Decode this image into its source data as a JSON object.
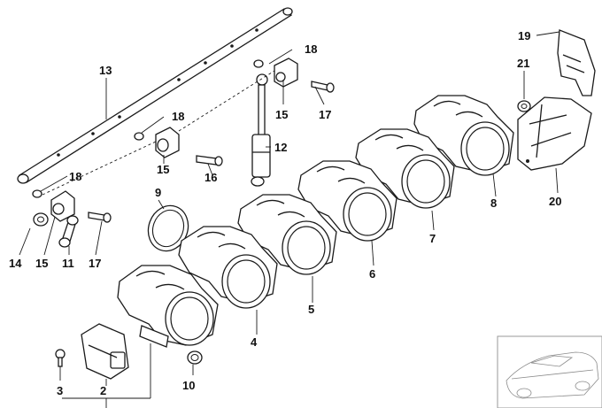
{
  "callouts": {
    "c2": "2",
    "c3": "3",
    "c4": "4",
    "c5": "5",
    "c6": "6",
    "c7": "7",
    "c8": "8",
    "c9": "9",
    "c10": "10",
    "c11": "11",
    "c12": "12",
    "c13": "13",
    "c14": "14",
    "c15a": "15",
    "c15b": "15",
    "c15c": "15",
    "c16": "16",
    "c17a": "17",
    "c17b": "17",
    "c18a": "18",
    "c18b": "18",
    "c18c": "18",
    "c19": "19",
    "c20": "20",
    "c21": "21"
  }
}
